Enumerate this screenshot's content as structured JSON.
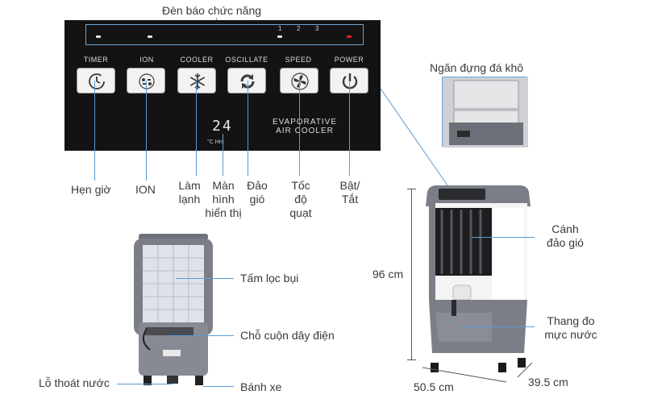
{
  "labels": {
    "indicator_lights": "Đèn báo chức năng",
    "ice_compartment": "Ngăn đựng đá khô",
    "timer": "Hẹn giờ",
    "ion": "ION",
    "cooler_line1": "Làm",
    "cooler_line2": "lạnh",
    "display_line1": "Màn",
    "display_line2": "hình",
    "display_line3": "hiển thị",
    "oscillate_line1": "Đảo",
    "oscillate_line2": "gió",
    "speed_line1": "Tốc",
    "speed_line2": "độ",
    "speed_line3": "quạt",
    "power_line1": "Bật/",
    "power_line2": "Tắt",
    "louver_line1": "Cánh",
    "louver_line2": "đảo gió",
    "water_gauge_line1": "Thang đo",
    "water_gauge_line2": "mực nước",
    "dust_filter": "Tấm lọc bụi",
    "cord_wrap": "Chỗ cuộn dây điện",
    "drain_hole": "Lỗ thoát nước",
    "wheels": "Bánh xe"
  },
  "dimensions": {
    "height": "96 cm",
    "width": "50.5 cm",
    "depth": "39.5 cm"
  },
  "panel": {
    "speed_levels": [
      "1",
      "2",
      "3"
    ],
    "buttons": {
      "timer": "TIMER",
      "ion": "ION",
      "cooler": "COOLER",
      "oscillate": "OSCILLATE",
      "speed": "SPEED",
      "power": "POWER"
    },
    "display_value": "24",
    "display_units": "°C  Hrs",
    "brand_line1": "EVAPORATIVE",
    "brand_line2": "AIR COOLER"
  },
  "icons": {
    "timer": "clock-icon",
    "ion": "ion-dots-icon",
    "cooler": "snowflake-icon",
    "oscillate": "swing-arrows-icon",
    "speed": "fan-icon",
    "power": "power-icon"
  },
  "colors": {
    "panel_bg": "#131313",
    "callout_line": "#5b9bd5",
    "cooler_body": "#7d8089",
    "cooler_white": "#f4f4f4",
    "power_led": "#e02020"
  }
}
